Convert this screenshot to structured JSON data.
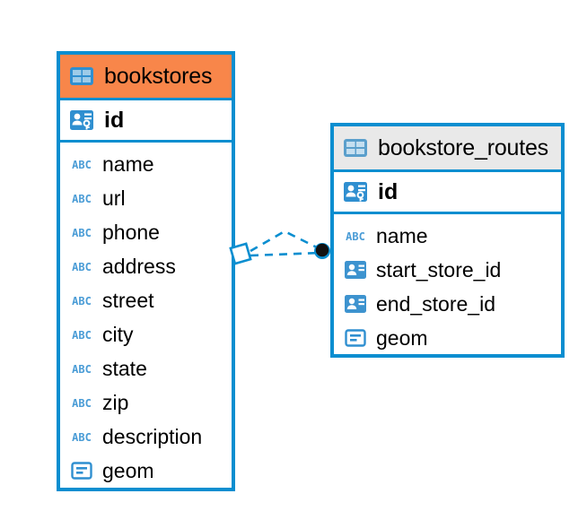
{
  "diagram": {
    "type": "entity-relationship-diagram",
    "colors": {
      "entity_border": "#0a8ed0",
      "header_accent_primary": "#f8864a",
      "header_accent_secondary": "#e9e9e9",
      "icon_blue": "#2f8fd0",
      "connector": "#0a8ed0",
      "connector_endpoint": "#111111",
      "background": "#ffffff"
    },
    "entities": [
      {
        "name": "bookstores",
        "title": "bookstores",
        "header_style": "accent-orange",
        "table_icon": "table-icon",
        "primary_key": {
          "label": "id",
          "icon": "primary-key-icon"
        },
        "fields": [
          {
            "label": "name",
            "icon": "text-type-icon",
            "type": "ABC"
          },
          {
            "label": "url",
            "icon": "text-type-icon",
            "type": "ABC"
          },
          {
            "label": "phone",
            "icon": "text-type-icon",
            "type": "ABC"
          },
          {
            "label": "address",
            "icon": "text-type-icon",
            "type": "ABC"
          },
          {
            "label": "street",
            "icon": "text-type-icon",
            "type": "ABC"
          },
          {
            "label": "city",
            "icon": "text-type-icon",
            "type": "ABC"
          },
          {
            "label": "state",
            "icon": "text-type-icon",
            "type": "ABC"
          },
          {
            "label": "zip",
            "icon": "text-type-icon",
            "type": "ABC"
          },
          {
            "label": "description",
            "icon": "text-type-icon",
            "type": "ABC"
          },
          {
            "label": "geom",
            "icon": "geometry-type-icon",
            "type": "geom"
          }
        ]
      },
      {
        "name": "bookstore_routes",
        "title": "bookstore_routes",
        "header_style": "accent-grey",
        "table_icon": "table-icon",
        "primary_key": {
          "label": "id",
          "icon": "primary-key-icon"
        },
        "fields": [
          {
            "label": "name",
            "icon": "text-type-icon",
            "type": "ABC"
          },
          {
            "label": "start_store_id",
            "icon": "foreign-key-icon",
            "type": "fk"
          },
          {
            "label": "end_store_id",
            "icon": "foreign-key-icon",
            "type": "fk"
          },
          {
            "label": "geom",
            "icon": "geometry-type-icon",
            "type": "geom"
          }
        ]
      }
    ],
    "relationship": {
      "source_entity": "bookstores",
      "target_entity": "bookstore_routes",
      "source_marker": "diamond-open",
      "target_marker": "filled-circle",
      "line_style": "dashed",
      "link_count": 2
    }
  }
}
